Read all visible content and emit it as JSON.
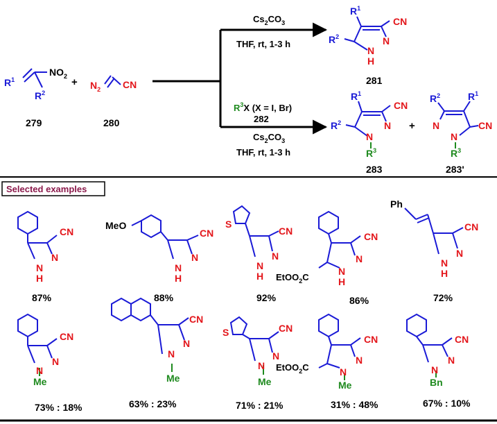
{
  "colors": {
    "bond": "#1a1ad6",
    "hetero": "#e3161b",
    "substituent": "#1e8a1e",
    "text": "#000000",
    "frame": "#8b1a4b"
  },
  "reaction": {
    "nitroalkene": {
      "r1": "R",
      "r1_sup": "1",
      "nitro": "NO",
      "nitro_sub": "2",
      "r2": "R",
      "r2_sup": "2",
      "label": "279"
    },
    "plus": "+",
    "diazo": {
      "n2": "N",
      "n2_sub": "2",
      "cn": "CN",
      "label": "280"
    },
    "top_arrow": {
      "reagent": "Cs",
      "reagent_sub": "2",
      "reagent_co": "CO",
      "reagent_sub2": "3",
      "conditions": "THF,  rt,  1-3 h"
    },
    "bottom_arrow": {
      "alkylator_r": "R",
      "alkylator_sup": "3",
      "alkylator_rest": "X (X = I, Br)",
      "alkylator_label": "282",
      "reagent": "Cs",
      "reagent_sub": "2",
      "reagent_co": "CO",
      "reagent_sub2": "3",
      "conditions": "THF,  rt,  1-3 h"
    },
    "product_281": {
      "r1": "R",
      "r1_sup": "1",
      "r2": "R",
      "r2_sup": "2",
      "cn": "CN",
      "n": "N",
      "nh": "N",
      "h": "H",
      "label": "281"
    },
    "product_283": {
      "r1": "R",
      "r1_sup": "1",
      "r2": "R",
      "r2_sup": "2",
      "r3": "R",
      "r3_sup": "3",
      "cn": "CN",
      "n1": "N",
      "n2": "N",
      "label": "283"
    },
    "product_plus": "+",
    "product_283p": {
      "r1": "R",
      "r1_sup": "1",
      "r2": "R",
      "r2_sup": "2",
      "r3": "R",
      "r3_sup": "3",
      "cn": "CN",
      "n1": "N",
      "n2": "N",
      "label": "283'"
    }
  },
  "selected_examples": {
    "title": "Selected examples",
    "row1": [
      {
        "id": "ex1",
        "substituent": "",
        "n_top": "N",
        "n_bottom": "N",
        "h": "H",
        "cn": "CN",
        "yield": "87%"
      },
      {
        "id": "ex2",
        "substituent": "MeO",
        "n_top": "N",
        "n_bottom": "N",
        "h": "H",
        "cn": "CN",
        "yield": "88%"
      },
      {
        "id": "ex3",
        "substituent": "S",
        "n_top": "N",
        "n_bottom": "N",
        "h": "H",
        "cn": "CN",
        "yield": "92%"
      },
      {
        "id": "ex4",
        "substituent": "EtO",
        "sub_sub": "2",
        "sub_tail": "C",
        "ester_o": "O",
        "n_top": "N",
        "n_bottom": "N",
        "h": "H",
        "cn": "CN",
        "yield": "86%"
      },
      {
        "id": "ex5",
        "substituent": "Ph",
        "n_top": "N",
        "n_bottom": "N",
        "h": "H",
        "cn": "CN",
        "yield": "72%"
      }
    ],
    "row2": [
      {
        "id": "ex6",
        "n_top": "N",
        "n_bottom": "N",
        "r": "Me",
        "cn": "CN",
        "yield": "73% : 18%"
      },
      {
        "id": "ex7",
        "n_top": "N",
        "n_bottom": "N",
        "r": "Me",
        "cn": "CN",
        "yield": "63% : 23%"
      },
      {
        "id": "ex8",
        "s": "S",
        "n_top": "N",
        "n_bottom": "N",
        "r": "Me",
        "cn": "CN",
        "yield": "71% : 21%"
      },
      {
        "id": "ex9",
        "ester": "EtO",
        "ester_sub": "2",
        "ester_tail": "C",
        "ester_o": "O",
        "n_top": "N",
        "n_bottom": "N",
        "r": "Me",
        "cn": "CN",
        "yield": "31% : 48%"
      },
      {
        "id": "ex10",
        "n_top": "N",
        "n_bottom": "N",
        "r": "Bn",
        "cn": "CN",
        "yield": "67% : 10%"
      }
    ]
  }
}
